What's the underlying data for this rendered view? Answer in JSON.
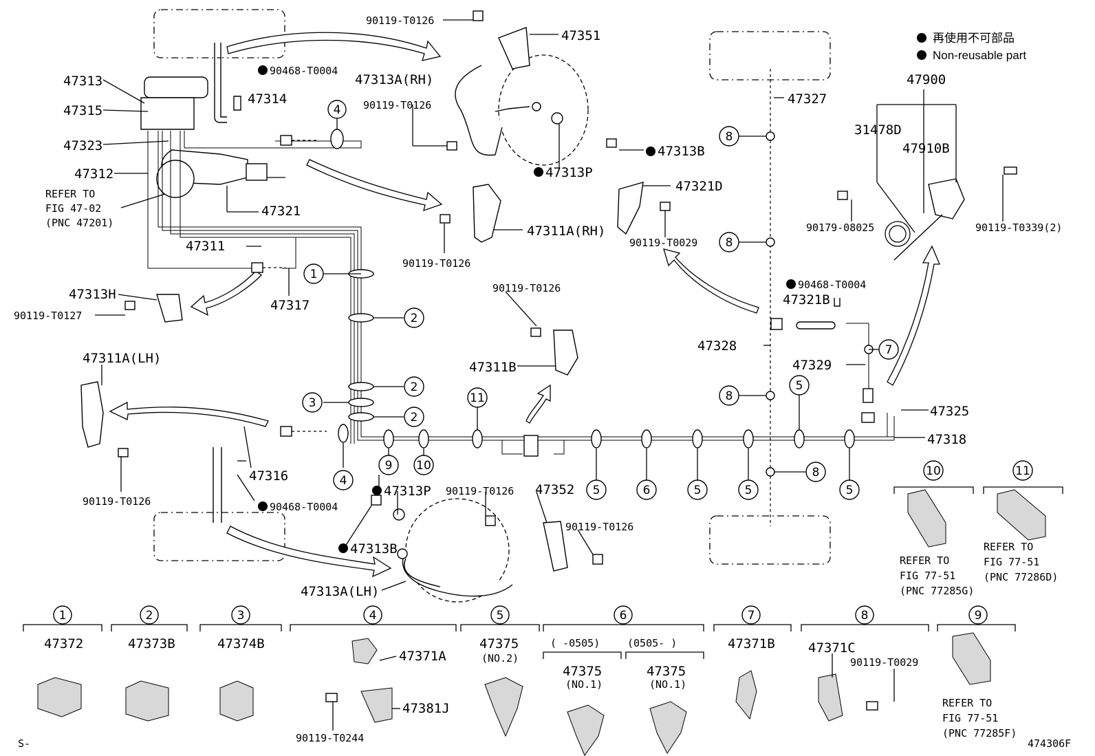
{
  "legend": {
    "line_jp": "再使用不可部品",
    "line_en": "Non-reusable part"
  },
  "figure_code": "474306F",
  "corner_mark": "S-",
  "callouts": [
    {
      "id": "p47313",
      "text": "47313"
    },
    {
      "id": "p47315",
      "text": "47315"
    },
    {
      "id": "p47323",
      "text": "47323"
    },
    {
      "id": "p47312",
      "text": "47312"
    },
    {
      "id": "refer1",
      "text": "REFER TO"
    },
    {
      "id": "refer2",
      "text": "FIG 47-02"
    },
    {
      "id": "refer3",
      "text": "(PNC 47201)"
    },
    {
      "id": "p47314",
      "text": "47314"
    },
    {
      "id": "p90468a",
      "text": "90468-T0004"
    },
    {
      "id": "p47321",
      "text": "47321"
    },
    {
      "id": "p47311",
      "text": "47311"
    },
    {
      "id": "p47317",
      "text": "47317"
    },
    {
      "id": "p47313H",
      "text": "47313H"
    },
    {
      "id": "p90119T0127",
      "text": "90119-T0127"
    },
    {
      "id": "p90119a",
      "text": "90119-T0126"
    },
    {
      "id": "p47351",
      "text": "47351"
    },
    {
      "id": "p47313ARH",
      "text": "47313A(RH)"
    },
    {
      "id": "p90119b",
      "text": "90119-T0126"
    },
    {
      "id": "p47313B1",
      "text": "47313B"
    },
    {
      "id": "p47313P1",
      "text": "47313P"
    },
    {
      "id": "p47311ARH",
      "text": "47311A(RH)"
    },
    {
      "id": "p90119c",
      "text": "90119-T0126"
    },
    {
      "id": "p47321D",
      "text": "47321D"
    },
    {
      "id": "p90119T0029",
      "text": "90119-T0029"
    },
    {
      "id": "p47327",
      "text": "47327"
    },
    {
      "id": "p47900",
      "text": "47900"
    },
    {
      "id": "p31478D",
      "text": "31478D"
    },
    {
      "id": "p47910B",
      "text": "47910B"
    },
    {
      "id": "p90179",
      "text": "90179-08025"
    },
    {
      "id": "p90119T0339",
      "text": "90119-T0339(2)"
    },
    {
      "id": "p90468b",
      "text": "90468-T0004"
    },
    {
      "id": "p47321B",
      "text": "47321B"
    },
    {
      "id": "p47328",
      "text": "47328"
    },
    {
      "id": "p47329",
      "text": "47329"
    },
    {
      "id": "p47325",
      "text": "47325"
    },
    {
      "id": "p47318",
      "text": "47318"
    },
    {
      "id": "p90119d",
      "text": "90119-T0126"
    },
    {
      "id": "p47311B",
      "text": "47311B"
    },
    {
      "id": "p47311ALH",
      "text": "47311A(LH)"
    },
    {
      "id": "p90119e",
      "text": "90119-T0126"
    },
    {
      "id": "p47316",
      "text": "47316"
    },
    {
      "id": "p90468c",
      "text": "90468-T0004"
    },
    {
      "id": "p47313P2",
      "text": "47313P"
    },
    {
      "id": "p47313B2",
      "text": "47313B"
    },
    {
      "id": "p90119f",
      "text": "90119-T0126"
    },
    {
      "id": "p47352",
      "text": "47352"
    },
    {
      "id": "p90119g",
      "text": "90119-T0126"
    },
    {
      "id": "p47313ALH",
      "text": "47313A(LH)"
    },
    {
      "id": "ref10a",
      "text": "REFER TO"
    },
    {
      "id": "ref10b",
      "text": "FIG 77-51"
    },
    {
      "id": "ref10c",
      "text": "(PNC 77285G)"
    },
    {
      "id": "ref11a",
      "text": "REFER TO"
    },
    {
      "id": "ref11b",
      "text": "FIG 77-51"
    },
    {
      "id": "ref11c",
      "text": "(PNC 77286D)"
    }
  ],
  "clamp_markers": [
    {
      "id": "m1",
      "n": "1"
    },
    {
      "id": "m2a",
      "n": "2"
    },
    {
      "id": "m2b",
      "n": "2"
    },
    {
      "id": "m2c",
      "n": "2"
    },
    {
      "id": "m3",
      "n": "3"
    },
    {
      "id": "m4a",
      "n": "4"
    },
    {
      "id": "m4b",
      "n": "4"
    },
    {
      "id": "m5a",
      "n": "5"
    },
    {
      "id": "m5b",
      "n": "5"
    },
    {
      "id": "m5c",
      "n": "5"
    },
    {
      "id": "m5d",
      "n": "5"
    },
    {
      "id": "m5e",
      "n": "5"
    },
    {
      "id": "m6",
      "n": "6"
    },
    {
      "id": "m7",
      "n": "7"
    },
    {
      "id": "m8a",
      "n": "8"
    },
    {
      "id": "m8b",
      "n": "8"
    },
    {
      "id": "m8c",
      "n": "8"
    },
    {
      "id": "m8d",
      "n": "8"
    },
    {
      "id": "m9",
      "n": "9"
    },
    {
      "id": "m10",
      "n": "10"
    },
    {
      "id": "m11",
      "n": "11"
    },
    {
      "id": "m10box",
      "n": "10"
    },
    {
      "id": "m11box",
      "n": "11"
    }
  ],
  "clamp_table": [
    {
      "n": "1",
      "parts": [
        "47372"
      ]
    },
    {
      "n": "2",
      "parts": [
        "47373B"
      ]
    },
    {
      "n": "3",
      "parts": [
        "47374B"
      ]
    },
    {
      "n": "4",
      "parts": [
        "47371A",
        "47381J",
        "90119-T0244"
      ]
    },
    {
      "n": "5",
      "parts": [
        "47375",
        "(NO.2)"
      ]
    },
    {
      "n": "6",
      "parts": [
        "(      -0505)",
        "(0505-      )",
        "47375",
        "(NO.1)",
        "47375",
        "(NO.1)"
      ]
    },
    {
      "n": "7",
      "parts": [
        "47371B"
      ]
    },
    {
      "n": "8",
      "parts": [
        "47371C",
        "90119-T0029"
      ]
    },
    {
      "n": "9",
      "parts": [
        "REFER TO",
        "FIG 77-51",
        "(PNC 77285F)"
      ]
    }
  ]
}
